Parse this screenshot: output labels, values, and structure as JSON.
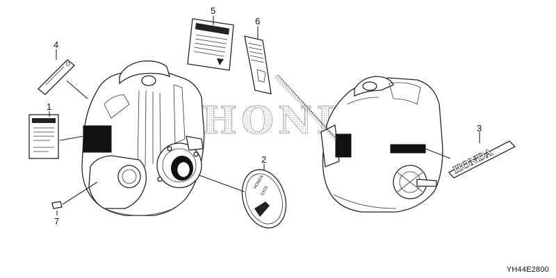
{
  "watermark": "HONDA",
  "diagram_code": "YH44E2800",
  "callouts": [
    "1",
    "2",
    "3",
    "4",
    "5",
    "6",
    "7"
  ],
  "labels": {
    "brand_emblem_text": "HONDA",
    "oval_badge_lines": [
      "HONDA",
      "GX25"
    ]
  }
}
